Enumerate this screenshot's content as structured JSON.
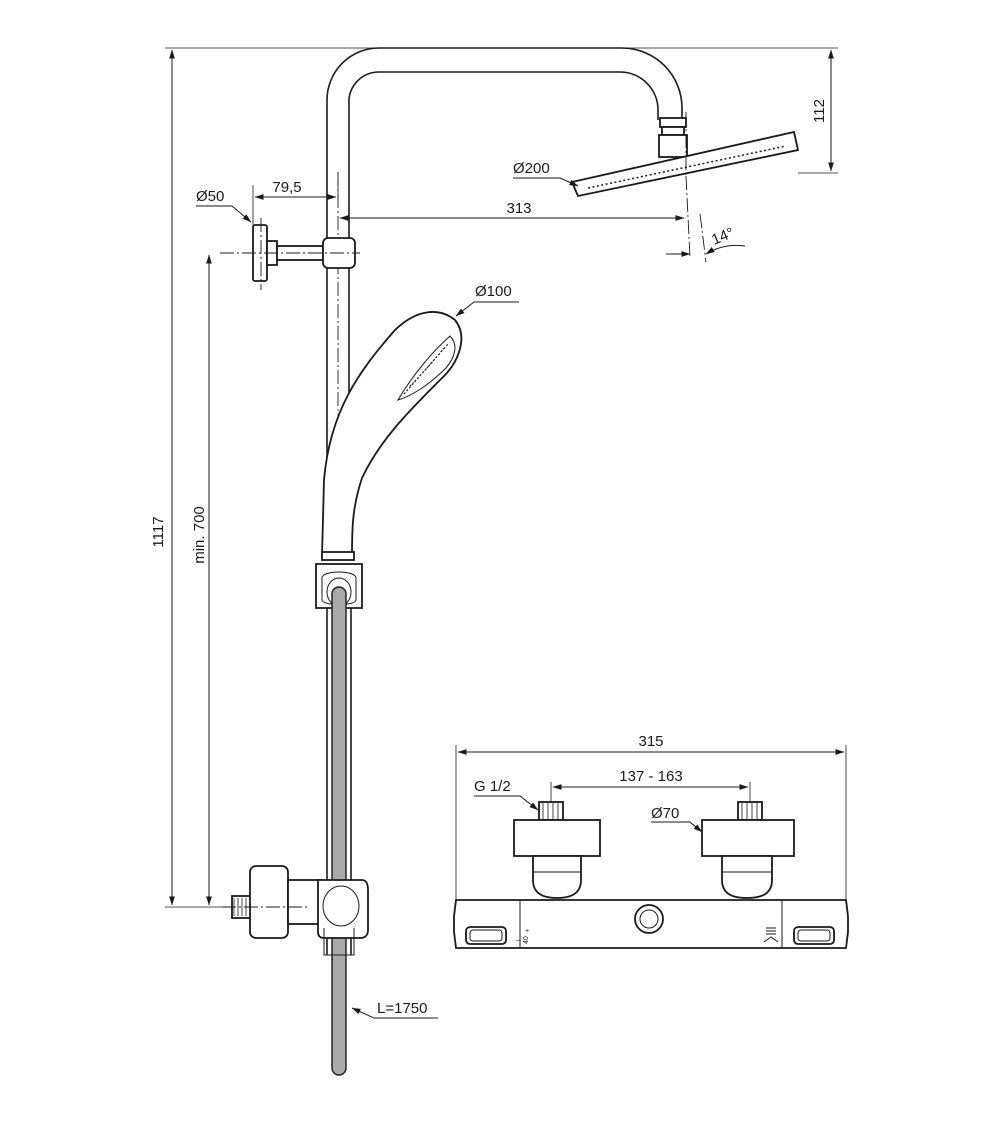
{
  "dimensions": {
    "total_height": "1117",
    "min_height": "min. 700",
    "wall_bracket_diameter": "Ø50",
    "bracket_offset": "79,5",
    "arm_reach": "313",
    "head_diameter": "Ø200",
    "head_drop": "112",
    "head_angle": "14°",
    "hand_shower_diameter": "Ø100",
    "hose_length": "L=1750",
    "mixer_width": "315",
    "inlet_centres": "137 - 163",
    "inlet_thread": "G 1/2",
    "escutcheon_diameter": "Ø70"
  },
  "mixer_markings": {
    "temperature_scale": "40",
    "plus_sign": "+",
    "minus_sign": "–"
  },
  "colors": {
    "line": "#1a1a1a",
    "hose_fill": "#a9a9a9",
    "background": "#ffffff"
  }
}
